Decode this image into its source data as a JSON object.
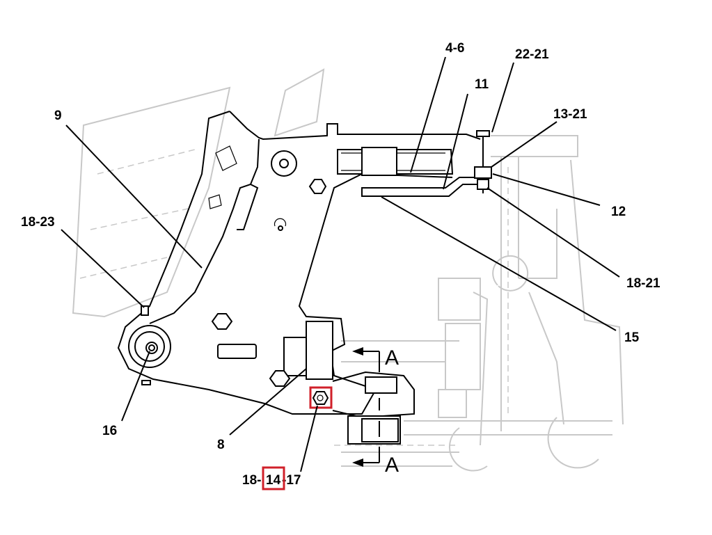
{
  "labels": {
    "l_4_6": "4-6",
    "l_22_21": "22-21",
    "l_11": "11",
    "l_13_21": "13-21",
    "l_9": "9",
    "l_12": "12",
    "l_18_23": "18-23",
    "l_18_21": "18-21",
    "l_15": "15",
    "l_16": "16",
    "l_8": "8",
    "l_18": "18-",
    "l_14": "14",
    "l_17": "-17"
  },
  "section": {
    "top": "A",
    "bottom": "A"
  },
  "colors": {
    "highlight": "#d0202a",
    "line": "#000000",
    "background_lines": "#c8c8c8"
  }
}
